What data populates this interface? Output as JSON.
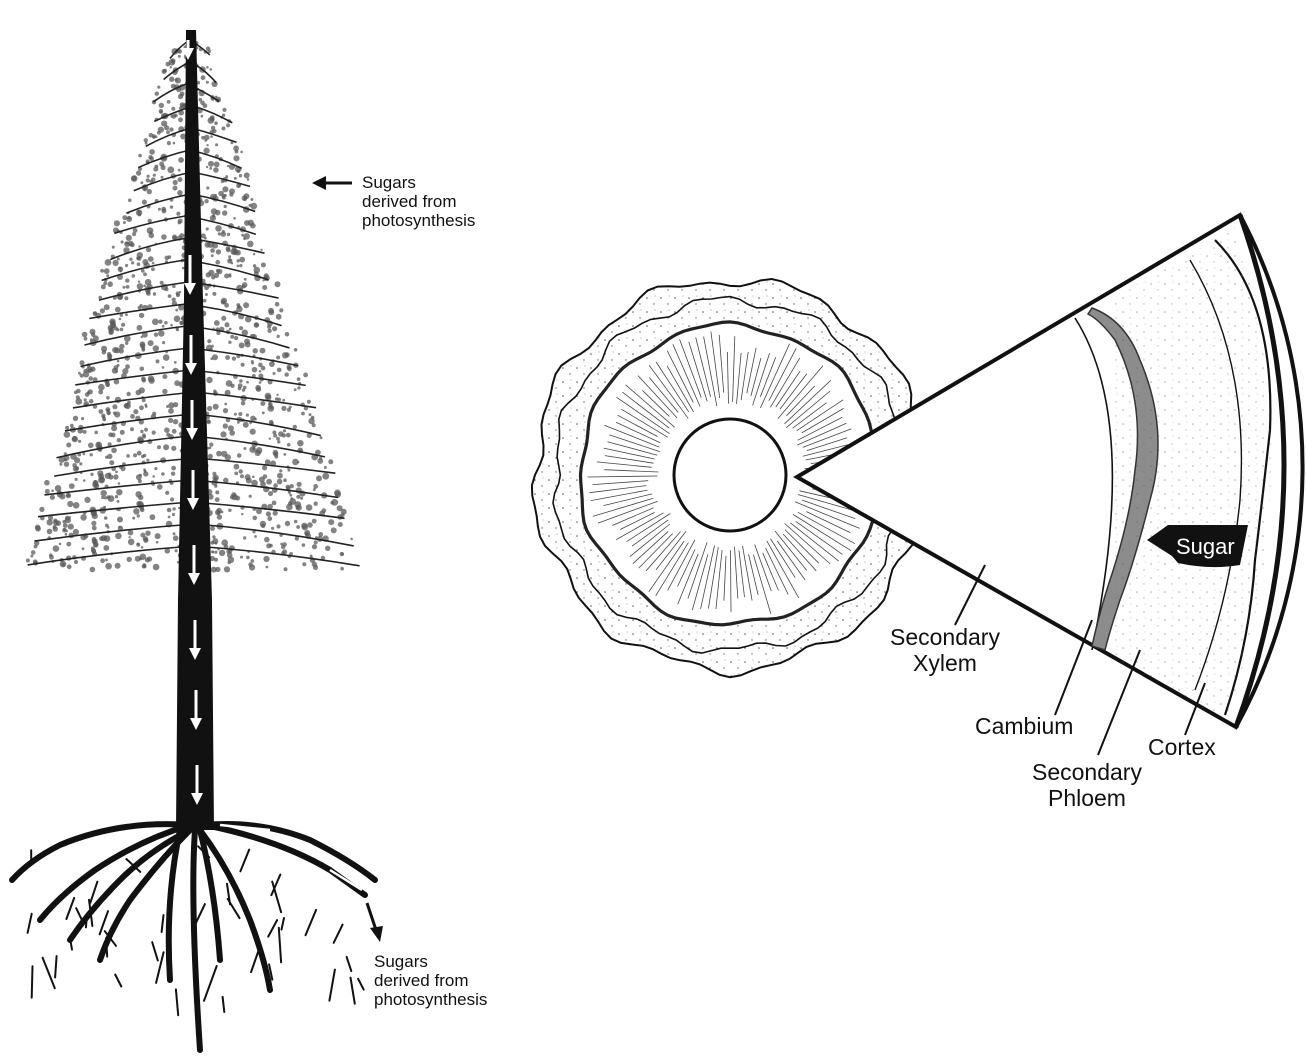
{
  "tree_labels": {
    "crown": "Sugars\nderived from\nphotosynthesis",
    "roots": "Sugars\nderived from\nphotosynthesis"
  },
  "cross_section": {
    "sugar_tag": "Sugar",
    "secondary_xylem": "Secondary\nXylem",
    "cambium": "Cambium",
    "secondary_phloem": "Secondary\nPhloem",
    "cortex": "Cortex"
  },
  "colors": {
    "ink": "#111111",
    "foliage": "#5a5a5a",
    "phloem_band": "#8c8c8c",
    "background": "#ffffff"
  }
}
